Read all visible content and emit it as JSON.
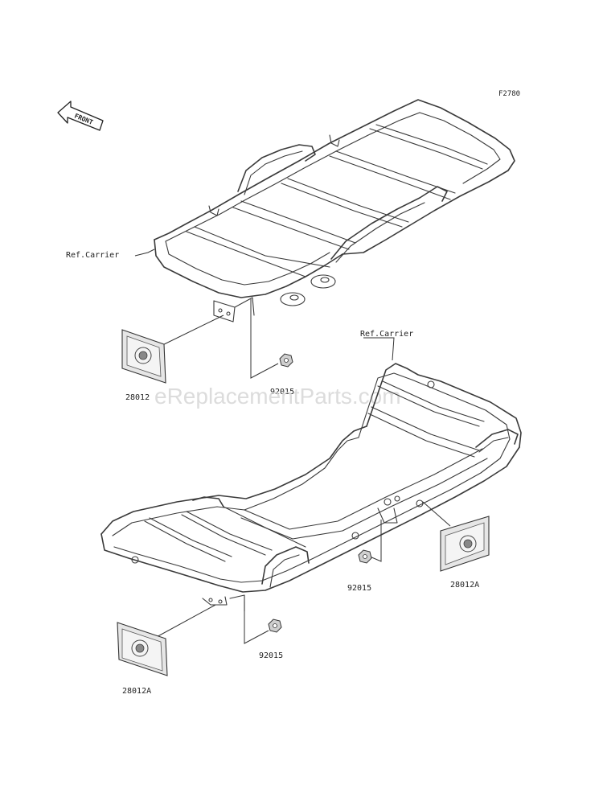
{
  "diagram": {
    "figure_code": "F2780",
    "front_label": "FRONT",
    "watermark": "eReplacementParts.com",
    "upper_carrier": {
      "ref_label": "Ref.Carrier",
      "parts": [
        {
          "part_no": "28012",
          "kind": "reflector"
        },
        {
          "part_no": "92015",
          "kind": "nut"
        }
      ]
    },
    "lower_carrier": {
      "ref_label": "Ref.Carrier",
      "parts": [
        {
          "part_no": "28012A",
          "kind": "reflector"
        },
        {
          "part_no": "92015",
          "kind": "nut"
        },
        {
          "part_no": "92015",
          "kind": "nut"
        },
        {
          "part_no": "28012A",
          "kind": "reflector"
        }
      ]
    }
  },
  "colors": {
    "line": "#3a3a3a",
    "background": "#ffffff",
    "watermark": "#d6d6d6"
  }
}
